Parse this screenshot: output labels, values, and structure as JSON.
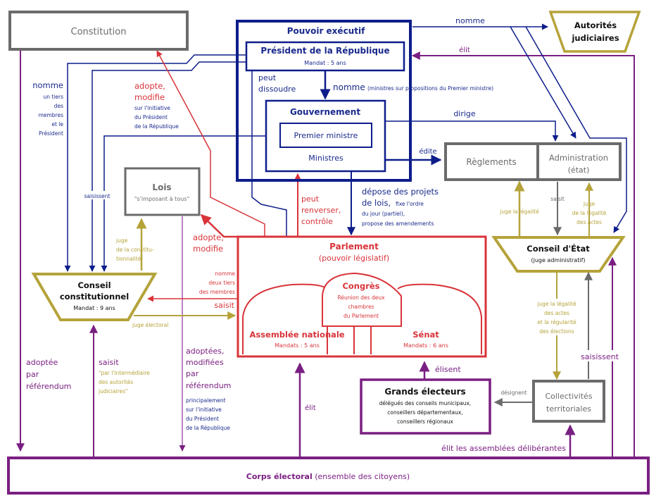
{
  "colors": {
    "executive": "#0d1d8a",
    "legislative": "#d8343a",
    "electoral": "#7a1f82",
    "judicial": "#b5a33a",
    "neutral": "#6b6b6b"
  },
  "nodes": {
    "constitution": {
      "title": "Constitution"
    },
    "pouvoir_executif": {
      "title": "Pouvoir exécutif"
    },
    "president": {
      "title": "Président de la République",
      "sub": "Mandat : 5 ans"
    },
    "gouvernement": {
      "title": "Gouvernement"
    },
    "premier_ministre": {
      "title": "Premier ministre"
    },
    "ministres": {
      "title": "Ministres"
    },
    "autorites_judiciaires": {
      "title_line1": "Autorités",
      "title_line2": "judiciaires"
    },
    "reglements": {
      "title": "Règlements"
    },
    "administration": {
      "title": "Administration",
      "sub": "(état)"
    },
    "lois": {
      "title": "Lois",
      "sub": "\"s'imposant à tous\""
    },
    "conseil_constitutionnel": {
      "title_line1": "Conseil",
      "title_line2": "constitutionnel",
      "sub": "Mandat : 9 ans"
    },
    "conseil_etat": {
      "title": "Conseil d'État",
      "sub": "(juge administratif)"
    },
    "parlement": {
      "title": "Parlement",
      "sub": "(pouvoir législatif)"
    },
    "congres": {
      "title": "Congrès",
      "sub_lines": [
        "Réunion des deux",
        "chambres",
        "du Parlement"
      ]
    },
    "assemblee": {
      "title": "Assemblée nationale",
      "sub": "Mandats : 5 ans"
    },
    "senat": {
      "title": "Sénat",
      "sub": "Mandats : 6 ans"
    },
    "grands_electeurs": {
      "title": "Grands électeurs",
      "sub_lines": [
        "délégués des conseils municipaux,",
        "conseillers départementaux,",
        "conseillers régionaux"
      ]
    },
    "collectivites": {
      "title_line1": "Collectivités",
      "title_line2": "territoriales"
    },
    "corps_electoral": {
      "title": "Corps électoral",
      "sub": "(ensemble des citoyens)"
    }
  },
  "labels": {
    "nomme_autorites": "nomme",
    "elit_president": "élit",
    "peut_dissoudre": [
      "peut",
      "dissoudre"
    ],
    "nomme_ministres": "nomme",
    "nomme_ministres_detail": "(ministres sur propositions du Premier ministre)",
    "dirige": "dirige",
    "edite": "édite",
    "nomme_tiers": [
      "nomme"
    ],
    "nomme_tiers_detail": [
      "un tiers",
      "des",
      "membres",
      "et le",
      "Président"
    ],
    "adopte_constitution": [
      "adopte,",
      "modifie"
    ],
    "adopte_constitution_detail": [
      "sur l'initiative",
      "du Président",
      "de la République"
    ],
    "saisissent_cc": "saisissent",
    "juge_constitutionnalite": [
      "juge",
      "de la constitu-",
      "tionnalité"
    ],
    "adopte_lois": [
      "adopte,",
      "modifie"
    ],
    "peut_renverser": [
      "peut",
      "renverser,",
      "contrôle"
    ],
    "depose_projets": [
      "dépose des projets",
      "de lois,"
    ],
    "depose_projets_detail": [
      "fixe l'ordre",
      "du jour (partiel),",
      "propose des amendements"
    ],
    "nomme_deux_tiers": [
      "nomme",
      "deux tiers",
      "des membres"
    ],
    "saisit_cc": "saisit",
    "juge_electoral": "juge électoral",
    "juge_legalite_reglements": "juge la légalité",
    "saisit_ce": "saisit",
    "juge_legalite_actes": [
      "juge",
      "de la légalité",
      "des actes"
    ],
    "juge_collectivites": [
      "juge la légalité",
      "des actes",
      "et la régularité",
      "des élections"
    ],
    "saisissent_ce": "saisissent",
    "designent": "désignent",
    "elisent": "élisent",
    "elit_assemblee": "élit",
    "elit_assemblees_deliberantes": "élit les assemblées délibérantes",
    "adoptee_referendum": [
      "adoptée",
      "par",
      "référendum"
    ],
    "saisit_judiciaire": "saisit",
    "saisit_judiciaire_detail": [
      "\"par l'intermédiaire",
      "des autorités",
      "judiciaires\""
    ],
    "adoptees_referendum": [
      "adoptées,",
      "modifiées",
      "par",
      "référendum"
    ],
    "adoptees_referendum_detail": [
      "principalement",
      "sur l'initiative",
      "du Président",
      "de la République"
    ]
  }
}
